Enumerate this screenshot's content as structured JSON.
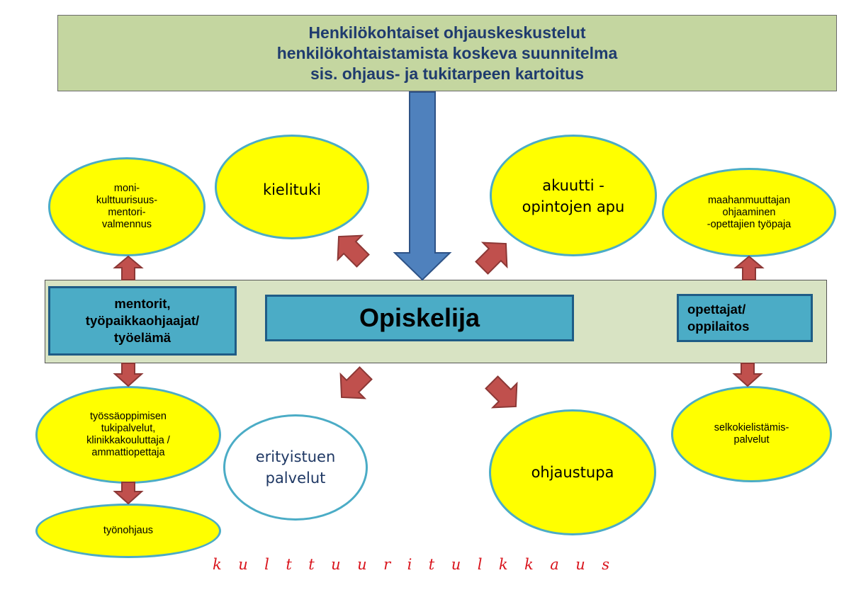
{
  "header": {
    "lines": [
      "Henkilökohtaiset ohjauskeskustelut",
      "henkilökohtaistamista koskeva suunnitelma",
      "sis. ohjaus- ja tukitarpeen kartoitus"
    ]
  },
  "center": {
    "student": "Opiskelija",
    "mentors_lines": [
      "mentorit,",
      "työpaikkaohjaajat/",
      "työelämä"
    ],
    "teachers_lines": [
      "opettajat/",
      "oppilaitos"
    ]
  },
  "nodes": {
    "multicultural": [
      "moni-",
      "kulttuurisuus-",
      "mentori-",
      "valmennus"
    ],
    "language_support": [
      "kielituki"
    ],
    "acute_help": [
      "akuutti -",
      "opintojen apu"
    ],
    "immigrant_guidance": [
      "maahanmuuttajan",
      "ohjaaminen",
      "-opettajien työpaja"
    ],
    "workplace_learning": [
      "työssäoppimisen",
      "tukipalvelut,",
      "klinikkakouluttaja /",
      "ammattiopettaja"
    ],
    "work_supervision": [
      "työnohjaus"
    ],
    "special_needs": [
      "erityistuen",
      "palvelut"
    ],
    "guidance_room": [
      "ohjaustupa"
    ],
    "plain_language": [
      "selkokielistämis-",
      "palvelut"
    ]
  },
  "footer": {
    "culture_interpretation": "k u l t t u u r i t u l k k a u s"
  },
  "colors": {
    "header_bg": "#c4d6a0",
    "header_text": "#1f3b6e",
    "band_bg": "#d8e3c3",
    "teal": "#4bacc6",
    "teal_border": "#1f5c86",
    "yellow": "#ffff00",
    "arrow_red": "#c0504d",
    "arrow_blue": "#4f81bd",
    "culture_text": "#d9141c"
  }
}
